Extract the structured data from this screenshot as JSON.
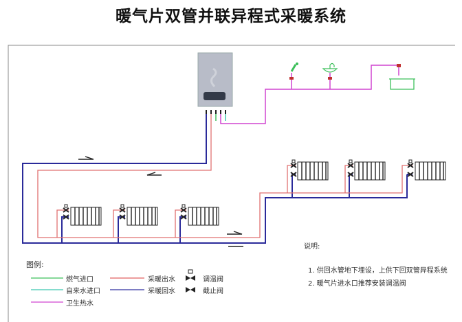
{
  "title": "暖气片双管并联异程式采暖系统",
  "legend": {
    "heading": "图例:",
    "items": [
      {
        "label": "燃气进口",
        "color": "#3cbf5a"
      },
      {
        "label": "自来水进口",
        "color": "#3cc8b0"
      },
      {
        "label": "卫生热水",
        "color": "#d045d0"
      },
      {
        "label": "采暖出水",
        "color": "#e06060"
      },
      {
        "label": "采暖回水",
        "color": "#3030a0"
      }
    ],
    "symbols": [
      {
        "label": "调温阀"
      },
      {
        "label": "截止阀"
      }
    ]
  },
  "notes": {
    "heading": "说明:",
    "items": [
      "1. 供回水管地下埋设，上供下回双管异程系统",
      "2. 暖气片进水口推荐安装调温阀"
    ]
  }
}
